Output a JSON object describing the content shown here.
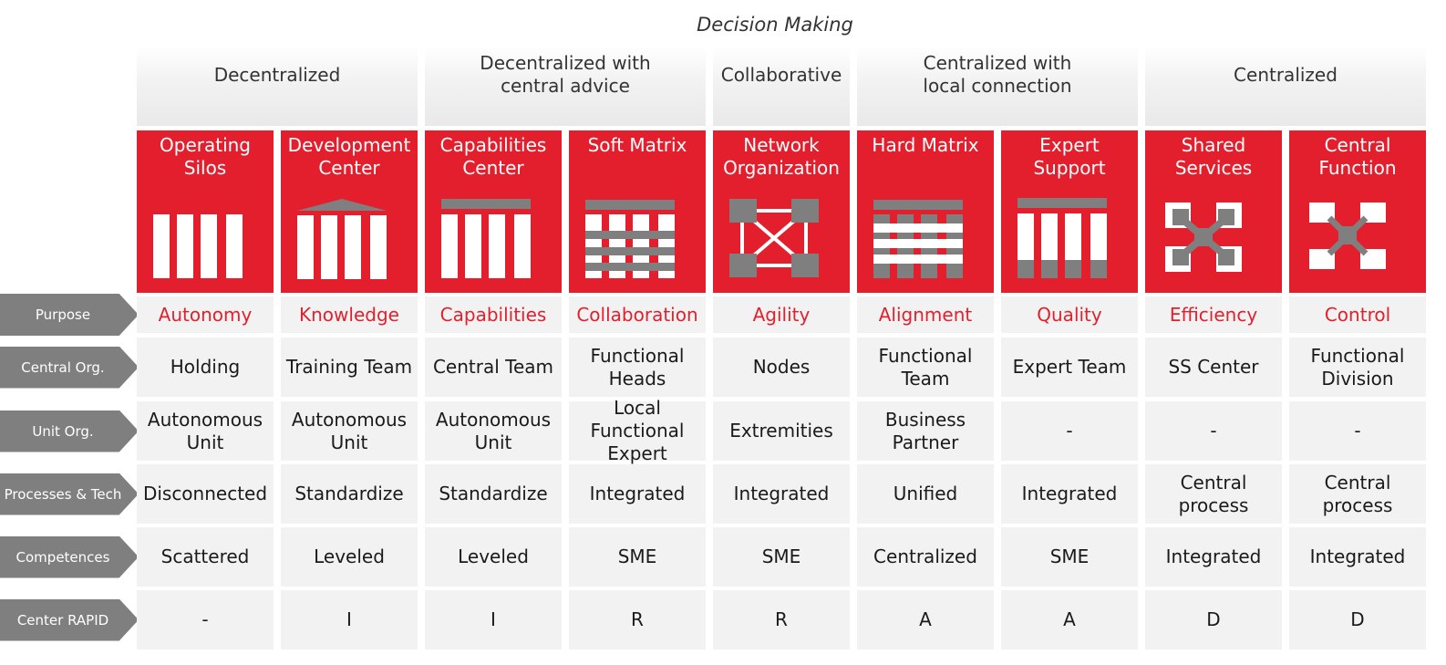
{
  "title": "Decision Making",
  "groups": [
    "Decentralized",
    "Decentralized with\ncentral advice",
    "Collaborative",
    "Centralized with\nlocal connection",
    "Centralized"
  ],
  "row_labels": [
    "Purpose",
    "Central Org.",
    "Unit Org.",
    "Processes & Tech",
    "Competences",
    "Center RAPID"
  ],
  "models": [
    {
      "name": "Operating\nSilos",
      "icon": "operating-silos-icon",
      "cells": [
        "Autonomy",
        "Holding",
        "Autonomous\nUnit",
        "Disconnected",
        "Scattered",
        "-"
      ]
    },
    {
      "name": "Development\nCenter",
      "icon": "development-center-icon",
      "cells": [
        "Knowledge",
        "Training Team",
        "Autonomous\nUnit",
        "Standardize",
        "Leveled",
        "I"
      ]
    },
    {
      "name": "Capabilities\nCenter",
      "icon": "capabilities-center-icon",
      "cells": [
        "Capabilities",
        "Central Team",
        "Autonomous\nUnit",
        "Standardize",
        "Leveled",
        "I"
      ]
    },
    {
      "name": "Soft Matrix",
      "icon": "soft-matrix-icon",
      "cells": [
        "Collaboration",
        "Functional\nHeads",
        "Local Functional\nExpert",
        "Integrated",
        "SME",
        "R"
      ]
    },
    {
      "name": "Network\nOrganization",
      "icon": "network-organization-icon",
      "cells": [
        "Agility",
        "Nodes",
        "Extremities",
        "Integrated",
        "SME",
        "R"
      ]
    },
    {
      "name": "Hard Matrix",
      "icon": "hard-matrix-icon",
      "cells": [
        "Alignment",
        "Functional Team",
        "Business\nPartner",
        "Unified",
        "Centralized",
        "A"
      ]
    },
    {
      "name": "Expert\nSupport",
      "icon": "expert-support-icon",
      "cells": [
        "Quality",
        "Expert Team",
        "-",
        "Integrated",
        "SME",
        "A"
      ]
    },
    {
      "name": "Shared\nServices",
      "icon": "shared-services-icon",
      "cells": [
        "Efficiency",
        "SS Center",
        "-",
        "Central\nprocess",
        "Integrated",
        "D"
      ]
    },
    {
      "name": "Central\nFunction",
      "icon": "central-function-icon",
      "cells": [
        "Control",
        "Functional\nDivision",
        "-",
        "Central\nprocess",
        "Integrated",
        "D"
      ]
    }
  ],
  "colors": {
    "accent": "#e41f2d",
    "icon_gray": "#7f7f7f",
    "cell_bg": "#f2f2f2"
  }
}
